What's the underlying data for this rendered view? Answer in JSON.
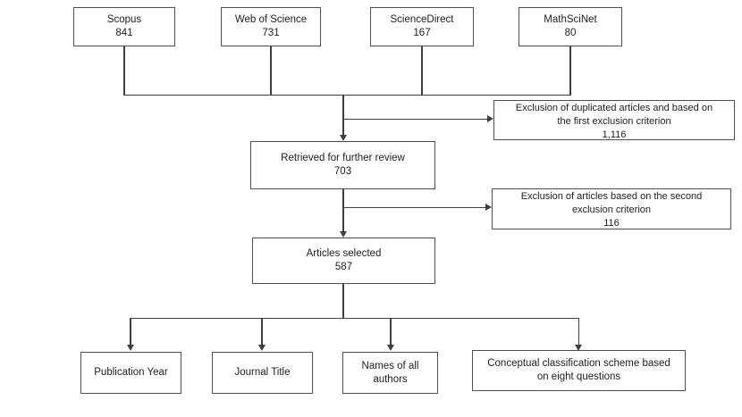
{
  "colors": {
    "line": "#3f3f3f",
    "border": "#4f4f4f",
    "text": "#212121",
    "bg": "#ffffff"
  },
  "sources": [
    {
      "label": "Scopus",
      "value": "841"
    },
    {
      "label": "Web of Science",
      "value": "731"
    },
    {
      "label": "ScienceDirect",
      "value": "167"
    },
    {
      "label": "MathSciNet",
      "value": "80"
    }
  ],
  "exclusion1": {
    "line1": "Exclusion of duplicated articles and based on",
    "line2": "the first exclusion criterion",
    "value": "1,116"
  },
  "retrieved": {
    "label": "Retrieved for further review",
    "value": "703"
  },
  "exclusion2": {
    "line1": "Exclusion of articles based on the second",
    "line2": "exclusion criterion",
    "value": "116"
  },
  "selected": {
    "label": "Articles selected",
    "value": "587"
  },
  "outputs": [
    {
      "lines": [
        "Publication Year"
      ]
    },
    {
      "lines": [
        "Journal Title"
      ]
    },
    {
      "lines": [
        "Names of all",
        "authors"
      ]
    },
    {
      "lines": [
        "Conceptual classification scheme based",
        "on eight questions"
      ]
    }
  ]
}
